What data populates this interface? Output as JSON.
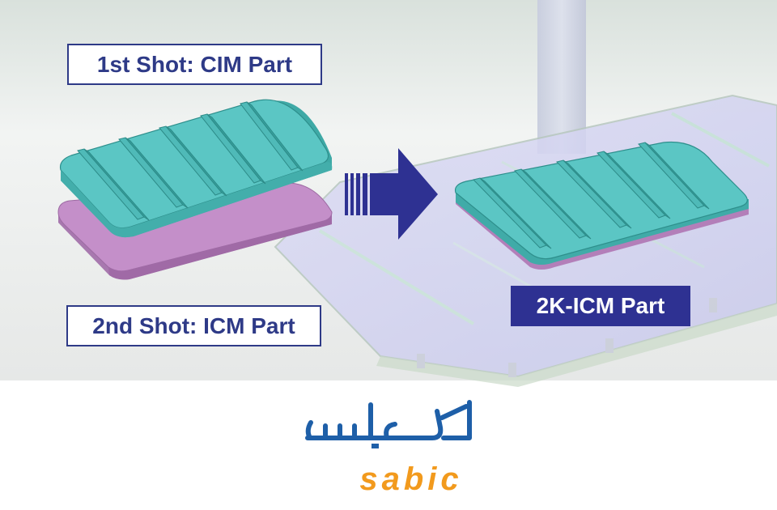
{
  "labels": {
    "first_shot": "1st Shot: CIM Part",
    "second_shot": "2nd Shot: ICM Part",
    "result": "2K-ICM Part"
  },
  "logo": {
    "latin_text": "sabic",
    "arabic_text": "سابك"
  },
  "colors": {
    "label_border": "#2e3a87",
    "label_text": "#2e3a87",
    "result_fill": "#2e3192",
    "arrow": "#2e3192",
    "cim_part": "#5bc6c4",
    "icm_part": "#c48fc9",
    "logo_blue": "#1e5fa8",
    "logo_orange": "#f29a1d"
  },
  "icons": {
    "process_arrow": "arrow-right-icon"
  }
}
